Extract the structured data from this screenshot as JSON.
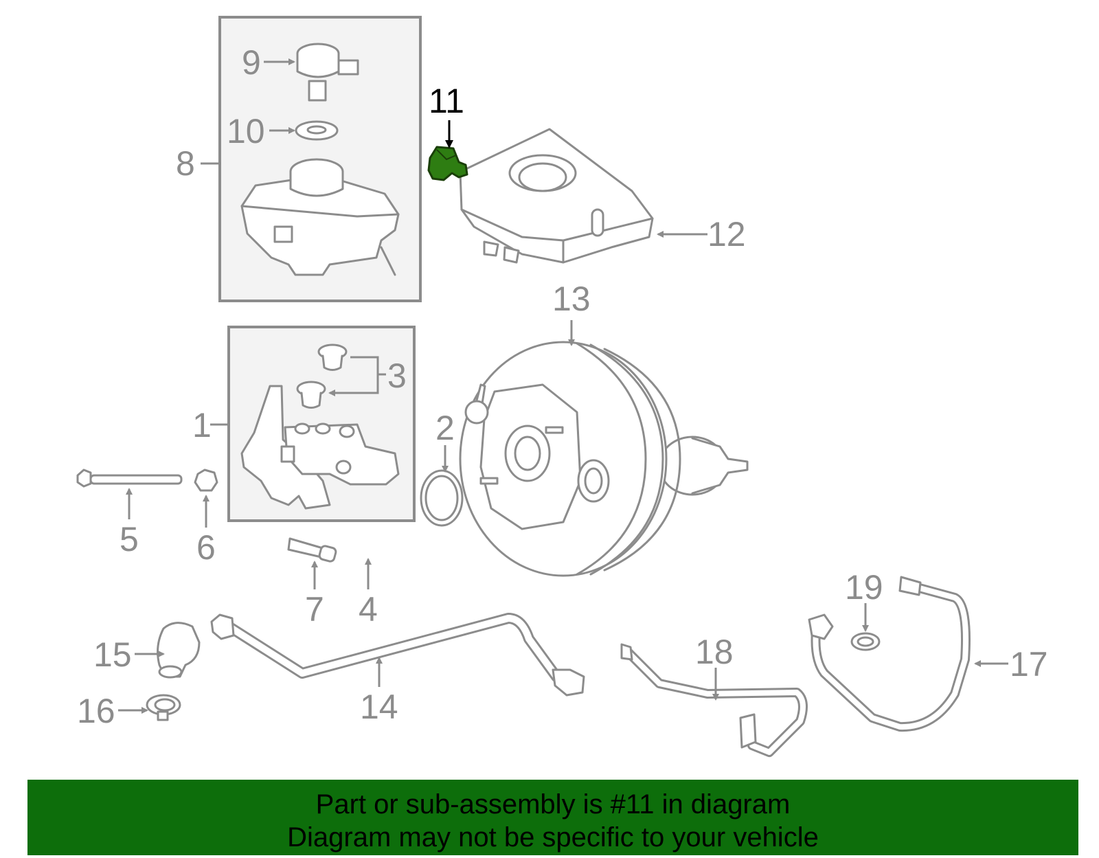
{
  "diagram": {
    "highlight_color": "#2e7d12",
    "callout_color": "#8c8c8c",
    "callouts": {
      "c1": "1",
      "c2": "2",
      "c3": "3",
      "c4": "4",
      "c5": "5",
      "c6": "6",
      "c7": "7",
      "c8": "8",
      "c9": "9",
      "c10": "10",
      "c11": "11",
      "c12": "12",
      "c13": "13",
      "c14": "14",
      "c15": "15",
      "c16": "16",
      "c17": "17",
      "c18": "18",
      "c19": "19"
    },
    "highlighted_part": "11"
  },
  "banner": {
    "background": "#0d6e0b",
    "line1": "Part or sub-assembly is #11 in diagram",
    "line2": "Diagram may not be specific to your vehicle"
  }
}
